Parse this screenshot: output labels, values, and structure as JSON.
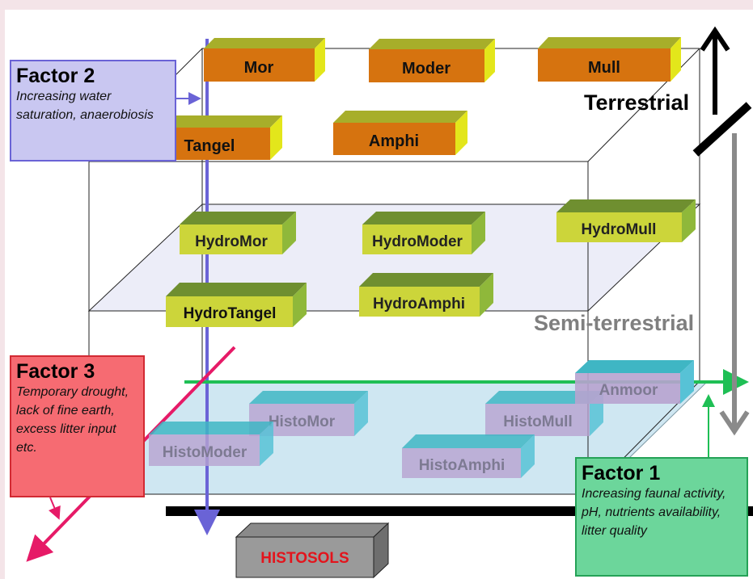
{
  "factors": {
    "f1": {
      "title": "Factor 1",
      "desc": "Increasing faunal activity, pH, nutrients availability, litter quality"
    },
    "f2": {
      "title": "Factor 2",
      "desc": "Increasing water saturation, anaerobiosis"
    },
    "f3": {
      "title": "Factor 3",
      "desc": "Temporary drought, lack of fine earth, excess litter input etc."
    }
  },
  "zones": {
    "terrestrial": "Terrestrial",
    "semi_terrestrial": "Semi-terrestrial"
  },
  "humus_forms": {
    "terrestrial": [
      "Mor",
      "Moder",
      "Mull",
      "Tangel",
      "Amphi"
    ],
    "hydro": [
      "HydroMor",
      "HydroModer",
      "HydroMull",
      "HydroTangel",
      "HydroAmphi"
    ],
    "histo": [
      "HistoMor",
      "HistoMull",
      "Anmoor",
      "HistoModer",
      "HistoAmphi"
    ]
  },
  "histosols": "HISTOSOLS",
  "colors": {
    "terrestrial_box": "#d6730f",
    "terrestrial_top": "#a7ae2a",
    "terrestrial_side": "#e3e61b",
    "hydro_box": "#ccd53a",
    "hydro_top": "#6f8f30",
    "hydro_side": "#8fb83a",
    "histo_box": "#b7a3cf",
    "histo_top": "#3fb6c4",
    "histo_side": "#57c2d6",
    "histosols_text": "#e3141c",
    "factor1_arrow": "#1fbf55",
    "factor2_arrow": "#6a63d6",
    "factor3_arrow": "#e61a67",
    "water_fill": "#cfe7f2"
  }
}
